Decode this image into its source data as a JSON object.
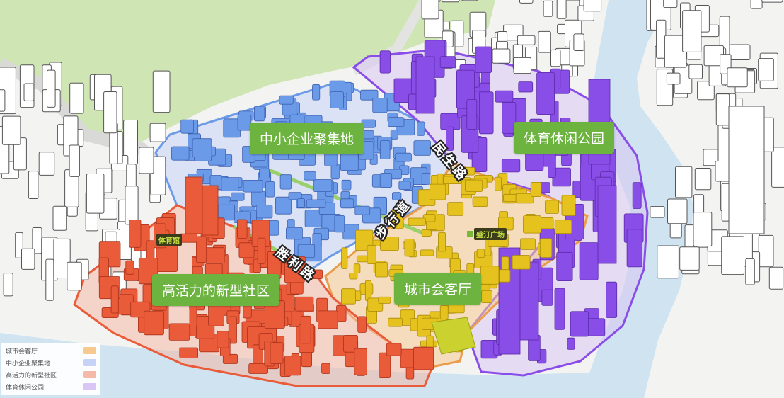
{
  "zones": {
    "sme": {
      "label": "中小企业聚集地",
      "color": "#6b9be8"
    },
    "sports": {
      "label": "体育休闲公园",
      "color": "#8a4ee8"
    },
    "community": {
      "label": "高活力的新型社区",
      "color": "#ea5b3a"
    },
    "parlor": {
      "label": "城市会客厅",
      "color": "#e6c21e"
    }
  },
  "roads": {
    "minsheng": "民生路",
    "shengli": "胜利路",
    "pedestrian": "步行道"
  },
  "pois": {
    "square": "盛汀广场",
    "stadium": "体育馆"
  },
  "legend": {
    "items": [
      {
        "label": "城市会客厅",
        "color": "#f6c98f"
      },
      {
        "label": "中小企业聚集地",
        "color": "#c6d3f7"
      },
      {
        "label": "高活力的新型社区",
        "color": "#f4b9a8"
      },
      {
        "label": "体育休闲公园",
        "color": "#d9c6f4"
      }
    ]
  },
  "colors": {
    "river": "#cfe3f0",
    "grass": "#cfe5b4",
    "label_bg": "#6cb33f",
    "ground": "#f3f4f2"
  }
}
